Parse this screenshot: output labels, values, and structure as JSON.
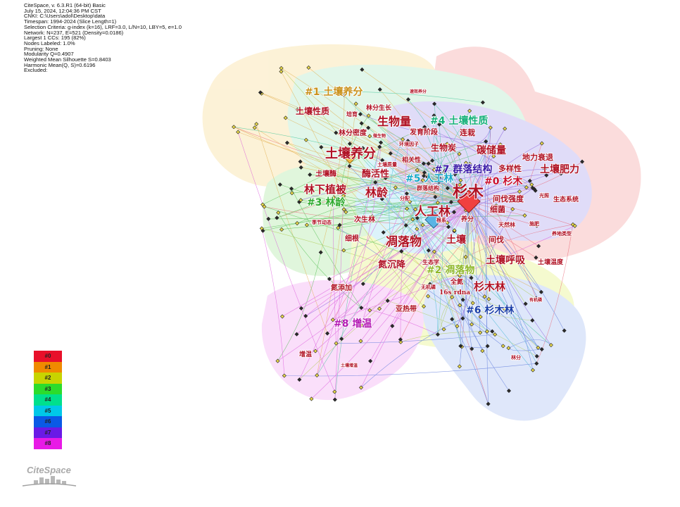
{
  "info_lines": [
    "CiteSpace, v. 6.3.R1 (64-bit) Basic",
    "July 15, 2024, 12:04:36 PM CST",
    "CNKI: C:\\Users\\adol\\Desktop\\data",
    "Timespan: 1994-2024 (Slice Length=1)",
    "Selection Criteria: g-index (k=16), LRF=3.0, L/N=10, LBY=5, e=1.0",
    "Network: N=237, E=521 (Density=0.0186)",
    "Largest 1 CCs: 195 (82%)",
    "Nodes Labeled: 1.0%",
    "Pruning: None",
    "Modularity Q=0.4907",
    "Weighted Mean Silhouette S=0.8403",
    "Harmonic Mean(Q, S)=0.6196",
    "Excluded:"
  ],
  "cluster_labels": [
    {
      "text": "#0 杉木",
      "color": "#c8102e"
    },
    {
      "text": "#1 土壤养分",
      "color": "#c9901a"
    },
    {
      "text": "#2 凋落物",
      "color": "#8fb82a"
    },
    {
      "text": "#3 林龄",
      "color": "#2eaa2e"
    },
    {
      "text": "#4 土壤性质",
      "color": "#16b07a"
    },
    {
      "text": "#5 人工林",
      "color": "#16a8c8"
    },
    {
      "text": "#6 杉木林",
      "color": "#1a3ea8"
    },
    {
      "text": "#7 群落结构",
      "color": "#3a1aa8"
    },
    {
      "text": "#8 增温",
      "color": "#b41ab4"
    }
  ],
  "keywords": [
    "杉木",
    "土壤养分",
    "人工林",
    "凋落物",
    "生物量",
    "林龄",
    "林下植被",
    "土壤肥力",
    "杉木林",
    "碳储量",
    "土壤性质",
    "土壤呼吸",
    "土壤",
    "氮沉降",
    "酶活性",
    "土壤性质",
    "生物炭",
    "间伐强度",
    "多样性",
    "地力衰退",
    "间伐",
    "细菌",
    "连栽",
    "发育阶段",
    "林分密度",
    "林分生长",
    "土壤酶",
    "群落结构",
    "相关性",
    "次生林",
    "细根",
    "养分",
    "亚热带",
    "全氮",
    "16s rdna",
    "土壤温度",
    "天然林",
    "氮添加",
    "生态系统",
    "季节动态",
    "生态学",
    "无机磷",
    "分配",
    "土壤质量",
    "环境因子",
    "增温",
    "土壤增温",
    "有机磷",
    "速效养分",
    "培育",
    "施肥",
    "微生物",
    "根系",
    "光照",
    "林分",
    "养地类型"
  ],
  "legend": [
    "#0",
    "#1",
    "#2",
    "#3",
    "#4",
    "#5",
    "#6",
    "#7",
    "#8"
  ],
  "legend_colors": [
    "#e8102a",
    "#f08a00",
    "#c8d400",
    "#2cdc2c",
    "#00e08c",
    "#00c8e8",
    "#0a5ae6",
    "#6a1ae6",
    "#e81ae6"
  ],
  "logo_text": "CiteSpace"
}
